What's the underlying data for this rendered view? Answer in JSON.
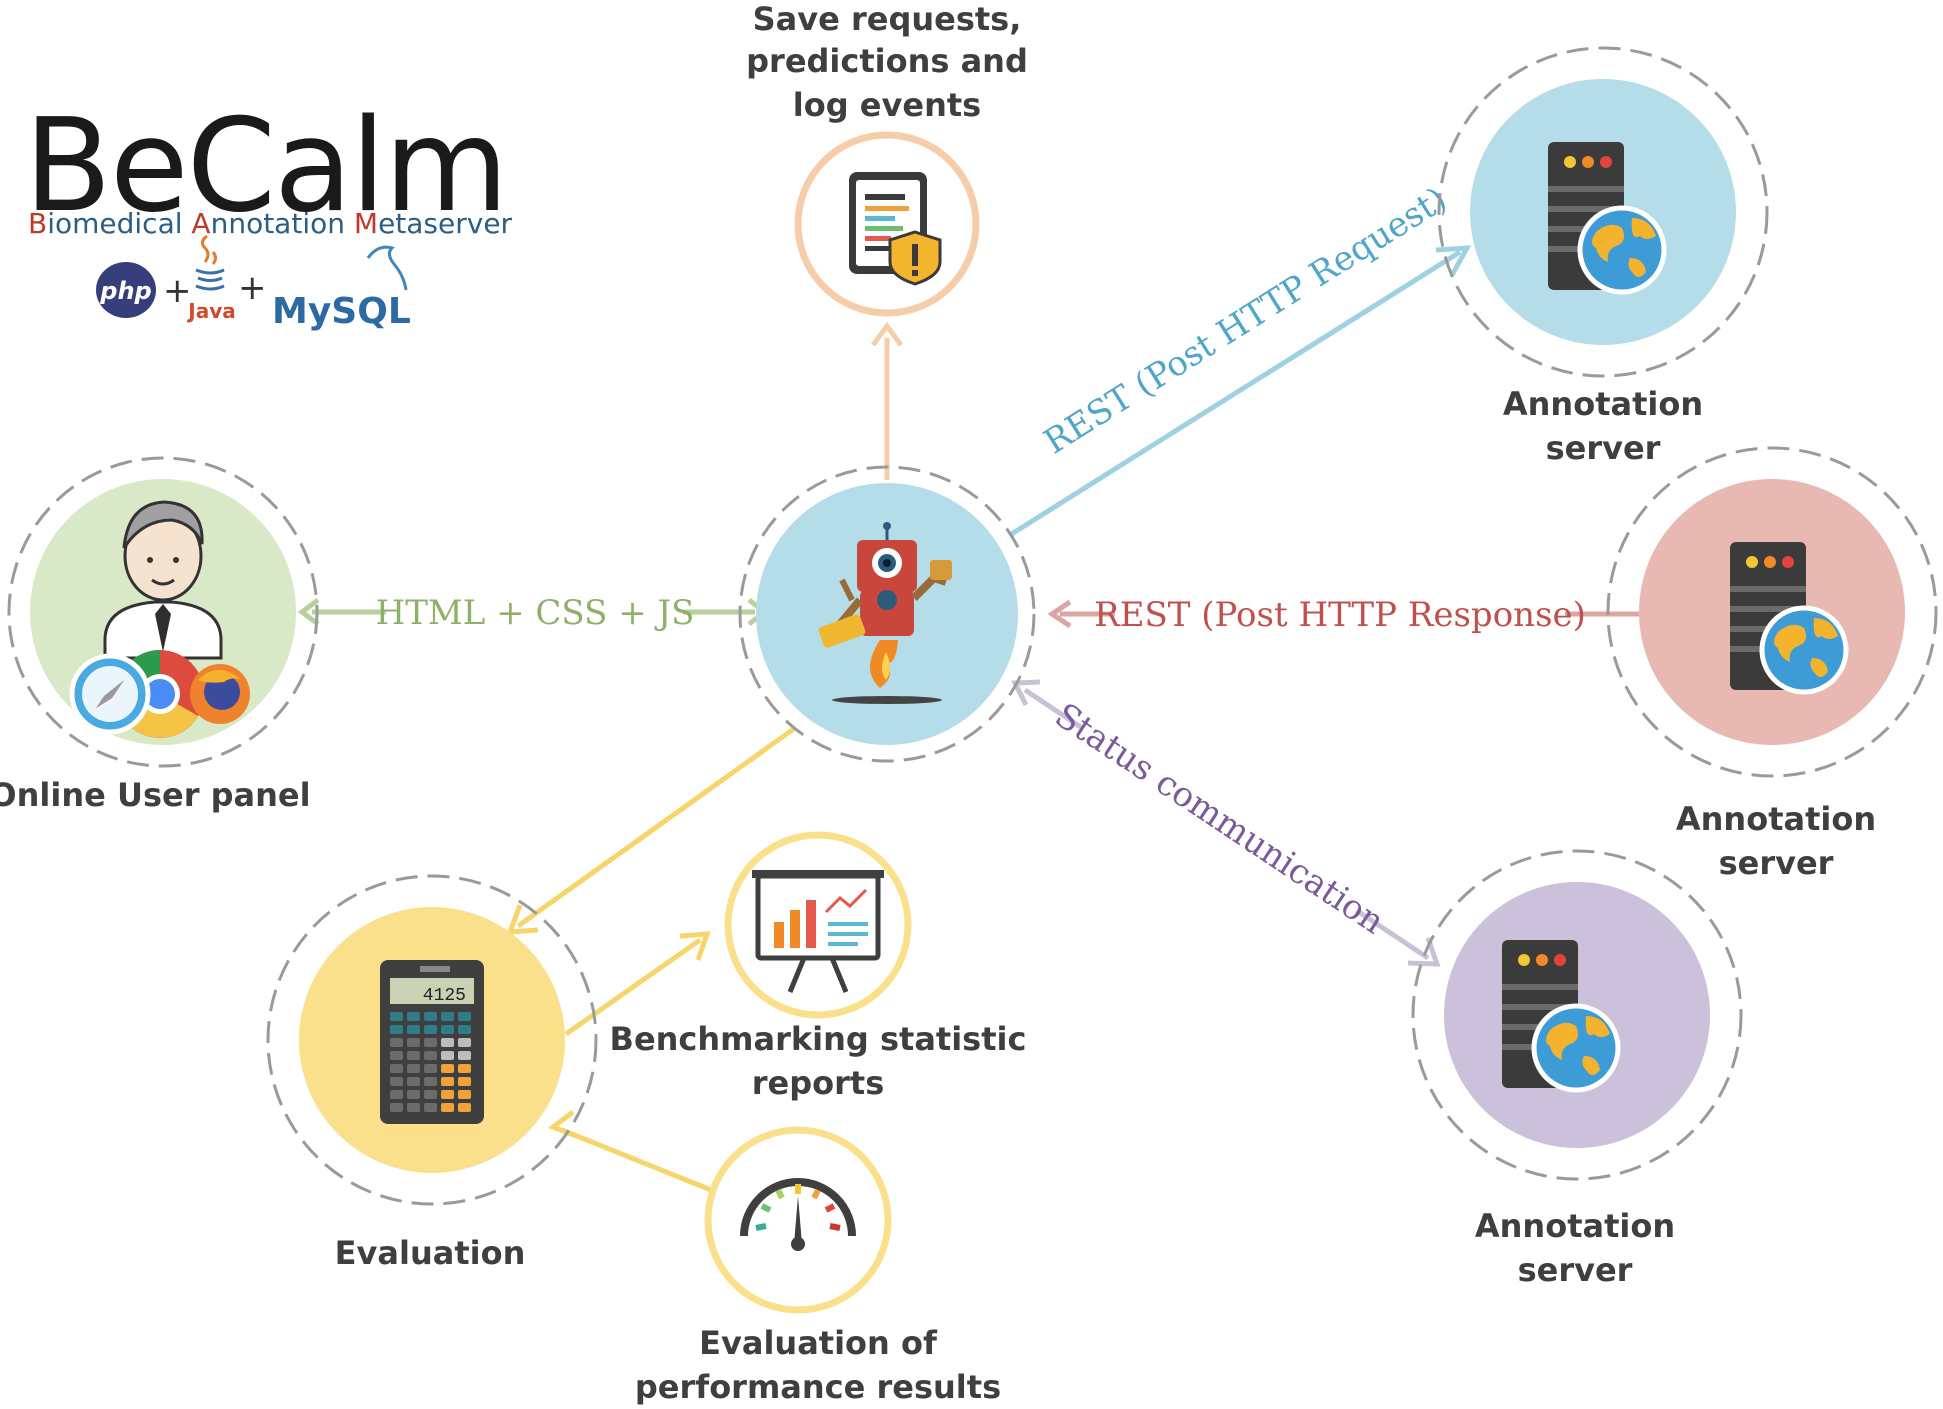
{
  "logo": {
    "title": "BeCalm",
    "subtitle": {
      "w1_initial": "B",
      "w1_rest": "iomedical",
      "w2_initial": "A",
      "w2_rest": "nnotation",
      "w3_initial": "M",
      "w3_rest": "etaserver"
    },
    "tech": {
      "php": "php",
      "plus": "+",
      "java": "Java",
      "mysql": "MySQL"
    }
  },
  "nodes": {
    "save": {
      "label_lines": [
        "Save requests,",
        "predictions and",
        "log events"
      ]
    },
    "user_panel": {
      "label": "Online User panel"
    },
    "annotation_1": {
      "label_lines": [
        "Annotation",
        "server"
      ]
    },
    "annotation_2": {
      "label_lines": [
        "Annotation",
        "server"
      ]
    },
    "annotation_3": {
      "label_lines": [
        "Annotation",
        "server"
      ]
    },
    "evaluation": {
      "label": "Evaluation",
      "calc_display": "4125"
    },
    "benchmarking": {
      "label_lines": [
        "Benchmarking  statistic",
        "reports"
      ]
    },
    "performance": {
      "label_lines": [
        "Evaluation of",
        "performance results"
      ]
    }
  },
  "edges": {
    "html_css_js": "HTML + CSS + JS",
    "rest_request": "REST (Post HTTP Request)",
    "rest_response": "REST (Post HTTP Response)",
    "status": "Status communication"
  },
  "colors": {
    "center": "#b5dde9",
    "user_panel": "#d9e8c6",
    "annotation_1": "#b5dde9",
    "annotation_2": "#e8b8b3",
    "annotation_3": "#cbc1da",
    "evaluation": "#fbe08c",
    "save_ring": "#f7cda9",
    "yellow_ring": "#fbe08c",
    "html_edge": "#8fb068",
    "request_edge": "#7bc1d8",
    "response_edge": "#c0504d",
    "status_edge": "#7b5a9a",
    "yellow_edge": "#f6d66b",
    "save_edge": "#f7cda9",
    "dash_ring": "#9a9a9a",
    "label_text": "#3f3f3f"
  }
}
